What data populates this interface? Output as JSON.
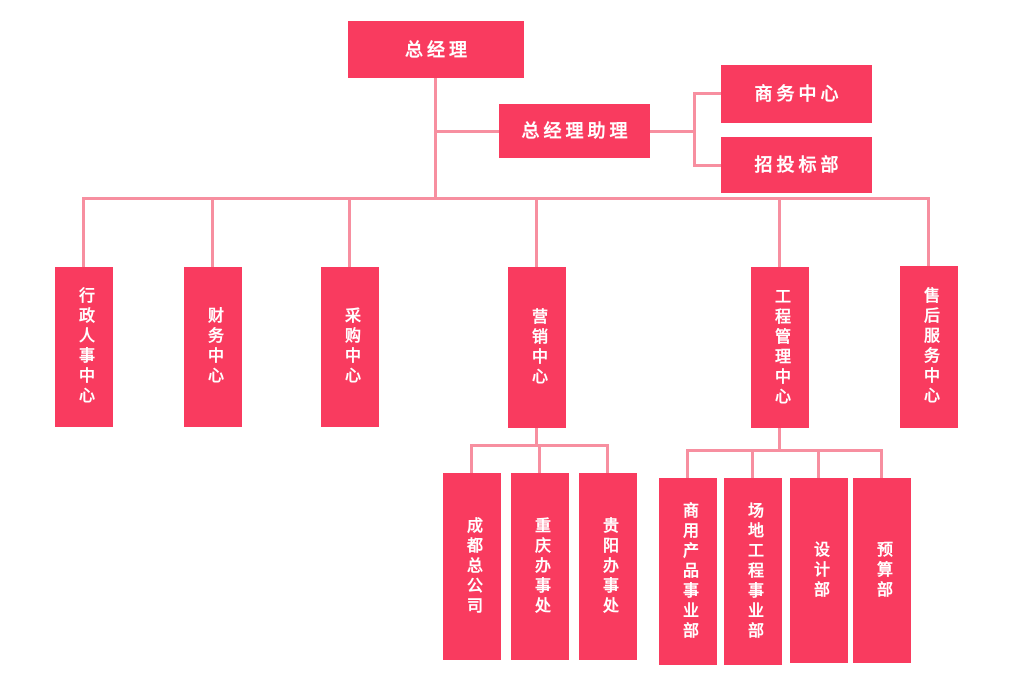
{
  "colors": {
    "box_fill": "#F93B5F",
    "connector": "#F78FA0",
    "label_text": "#FFFFFF",
    "background": "#FFFFFF"
  },
  "org": {
    "root": {
      "label": "总经理"
    },
    "assistant": {
      "label": "总经理助理"
    },
    "assistant_children": [
      {
        "label": "商务中心"
      },
      {
        "label": "招投标部"
      }
    ],
    "level2": [
      {
        "label": "行政人事中心"
      },
      {
        "label": "财务中心"
      },
      {
        "label": "采购中心"
      },
      {
        "label": "营销中心"
      },
      {
        "label": "工程管理中心"
      },
      {
        "label": "售后服务中心"
      }
    ],
    "marketing_children": [
      {
        "label": "成都总公司"
      },
      {
        "label": "重庆办事处"
      },
      {
        "label": "贵阳办事处"
      }
    ],
    "engineering_children": [
      {
        "label": "商用产品事业部"
      },
      {
        "label": "场地工程事业部"
      },
      {
        "label": "设计部"
      },
      {
        "label": "预算部"
      }
    ]
  }
}
